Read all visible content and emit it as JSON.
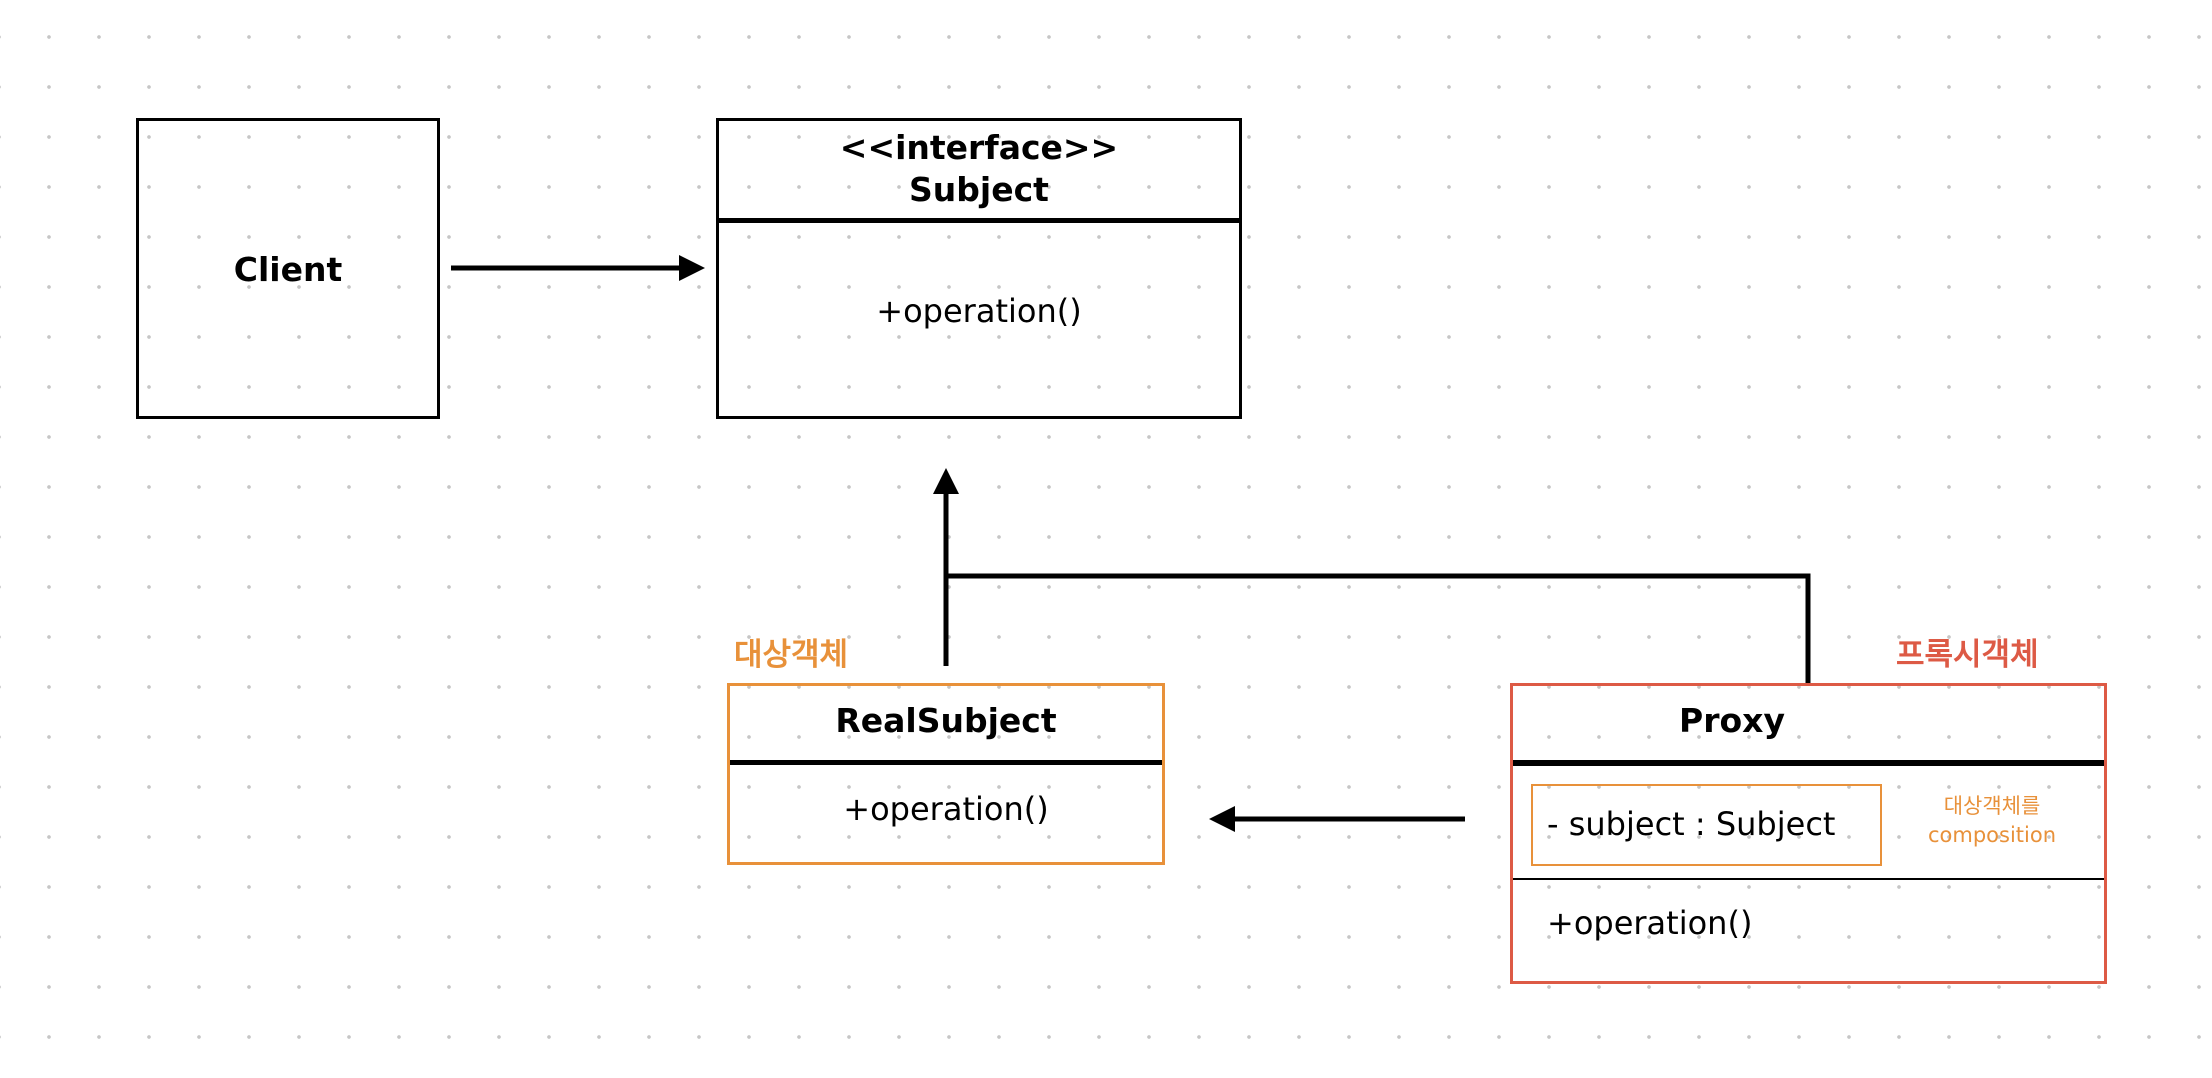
{
  "client": {
    "title": "Client"
  },
  "subject": {
    "stereotype": "<<interface>>",
    "name": "Subject",
    "method": "+operation()"
  },
  "real_subject": {
    "tag": "대상객체",
    "name": "RealSubject",
    "method": "+operation()"
  },
  "proxy": {
    "tag": "프록시객체",
    "name": "Proxy",
    "field": "-  subject : Subject",
    "field_note_line1": "대상객체를",
    "field_note_line2": "composition",
    "method": "+operation()"
  },
  "colors": {
    "real_subject_accent": "#e8913a",
    "proxy_accent": "#dd5a45",
    "line": "#000000"
  }
}
